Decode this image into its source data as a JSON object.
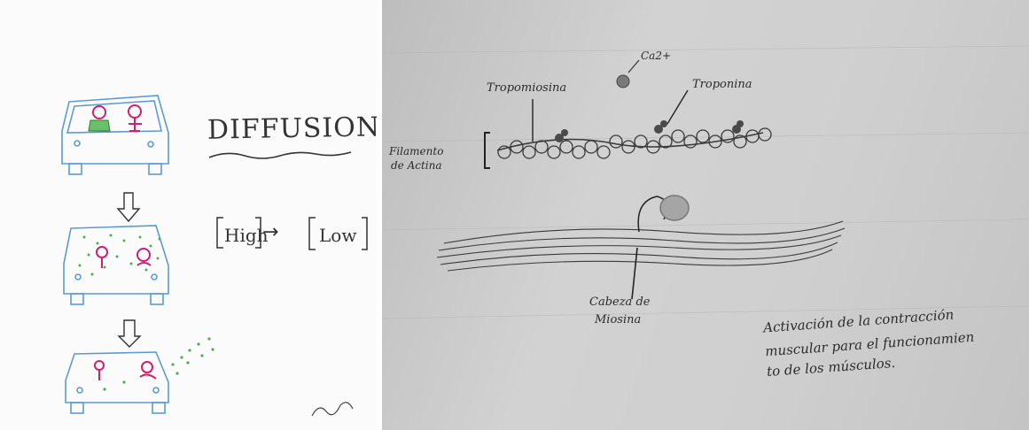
{
  "left_drawing": {
    "title": "DIFFUSION",
    "high_label": "High",
    "low_label": "Low",
    "arrow": "→"
  },
  "right_drawing": {
    "ion": "Ca2+",
    "tropomyosin": "Tropomiosina",
    "troponin": "Troponina",
    "actin_filament_1": "Filamento",
    "actin_filament_2": "de Actina",
    "myosin_head_1": "Cabeza de",
    "myosin_head_2": "Miosina",
    "caption_1": "Activación de la contracción",
    "caption_2": "muscular para el funcionamien",
    "caption_3": "to de los músculos."
  },
  "colors": {
    "car_outline": "#5b9bd5",
    "person_red": "#d0206a",
    "dots_green": "#4caf50",
    "pencil": "#2a2a2a"
  }
}
